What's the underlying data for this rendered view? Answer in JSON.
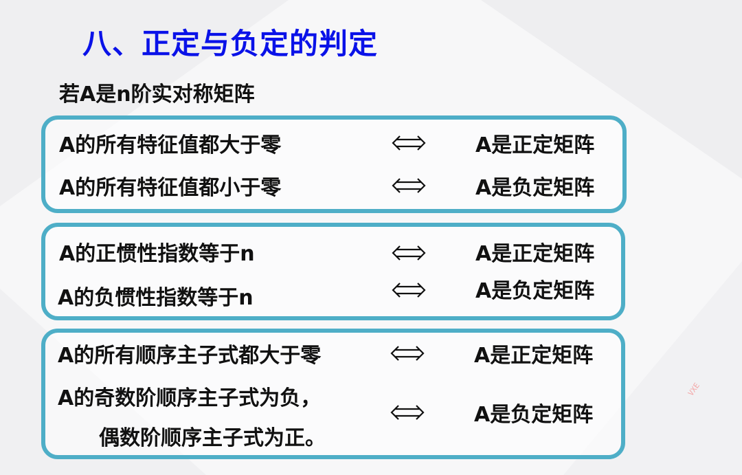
{
  "title": "八、正定与负定的判定",
  "subtitle": "若A是n阶实对称矩阵",
  "groups": [
    {
      "rows": [
        {
          "left": "A的所有特征值都大于零",
          "right": "A是正定矩阵"
        },
        {
          "left": "A的所有特征值都小于零",
          "right": "A是负定矩阵"
        }
      ]
    },
    {
      "rows": [
        {
          "left": "A的正惯性指数等于n",
          "right": "A是正定矩阵"
        },
        {
          "left": "A的负惯性指数等于n",
          "right": "A是负定矩阵"
        }
      ]
    },
    {
      "rows": [
        {
          "left": "A的所有顺序主子式都大于零",
          "right": "A是正定矩阵"
        },
        {
          "left": "A的奇数阶顺序主子式为负，",
          "left2": "偶数阶顺序主子式为正。",
          "right": "A是负定矩阵"
        }
      ]
    }
  ],
  "arrow_icon": "double-arrow-iff-icon",
  "colors": {
    "title": "#0a12e8",
    "box_border": "#4eaec7",
    "text": "#111111"
  },
  "watermark": "VXE"
}
